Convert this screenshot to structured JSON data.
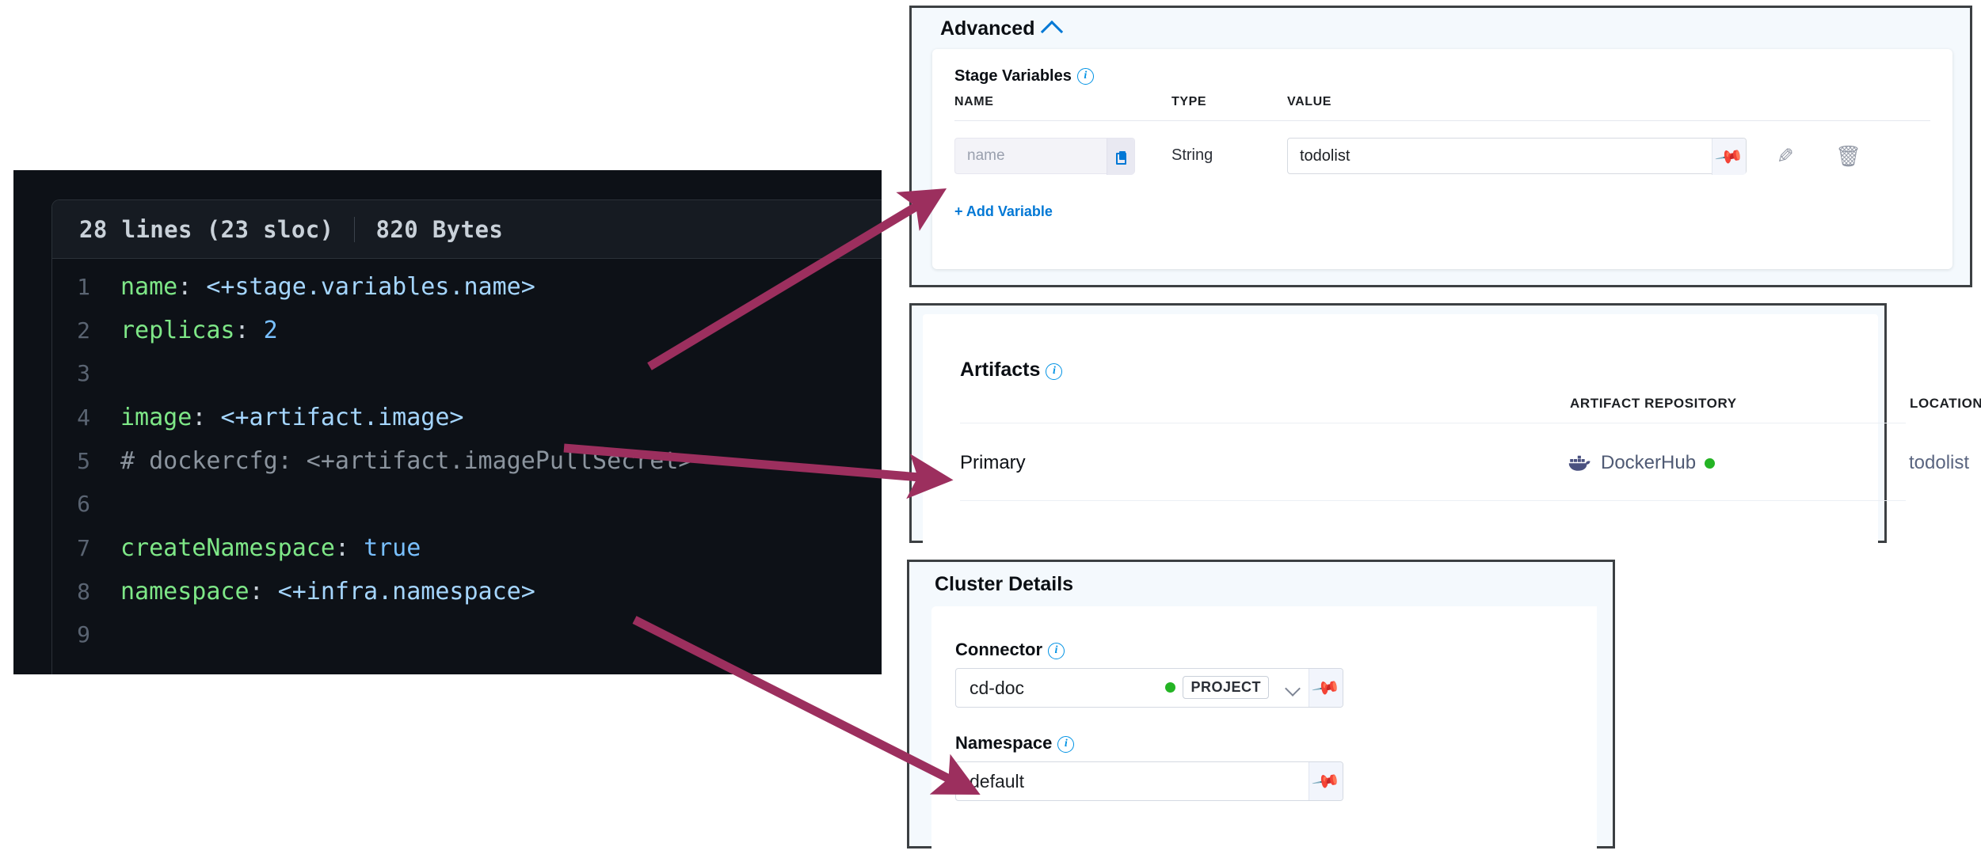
{
  "code_panel": {
    "lines_meta": "28 lines (23 sloc)",
    "size_meta": "820 Bytes",
    "lines": [
      {
        "n": "1",
        "tokens": [
          {
            "t": "name",
            "c": "key"
          },
          {
            "t": ": ",
            "c": "punc"
          },
          {
            "t": "<+stage.variables.name>",
            "c": "val"
          }
        ]
      },
      {
        "n": "2",
        "tokens": [
          {
            "t": "replicas",
            "c": "key"
          },
          {
            "t": ": ",
            "c": "punc"
          },
          {
            "t": "2",
            "c": "num"
          }
        ]
      },
      {
        "n": "3",
        "tokens": []
      },
      {
        "n": "4",
        "tokens": [
          {
            "t": "image",
            "c": "key"
          },
          {
            "t": ": ",
            "c": "punc"
          },
          {
            "t": "<+artifact.image>",
            "c": "val"
          }
        ]
      },
      {
        "n": "5",
        "tokens": [
          {
            "t": "# dockercfg: <+artifact.imagePullSecret>",
            "c": "com"
          }
        ]
      },
      {
        "n": "6",
        "tokens": []
      },
      {
        "n": "7",
        "tokens": [
          {
            "t": "createNamespace",
            "c": "key"
          },
          {
            "t": ": ",
            "c": "punc"
          },
          {
            "t": "true",
            "c": "bool"
          }
        ]
      },
      {
        "n": "8",
        "tokens": [
          {
            "t": "namespace",
            "c": "key"
          },
          {
            "t": ": ",
            "c": "punc"
          },
          {
            "t": "<+infra.namespace>",
            "c": "val"
          }
        ]
      },
      {
        "n": "9",
        "tokens": []
      }
    ]
  },
  "advanced": {
    "title": "Advanced",
    "stage_variables_label": "Stage Variables",
    "columns": {
      "name": "NAME",
      "type": "TYPE",
      "value": "VALUE"
    },
    "row": {
      "name_placeholder": "name",
      "type": "String",
      "value": "todolist"
    },
    "add_variable_label": "+ Add Variable"
  },
  "artifacts": {
    "title": "Artifacts",
    "columns": {
      "repository": "ARTIFACT REPOSITORY",
      "location": "LOCATION"
    },
    "row": {
      "kind": "Primary",
      "repository": "DockerHub",
      "location": "todolist"
    }
  },
  "cluster_details": {
    "title": "Cluster Details",
    "connector_label": "Connector",
    "connector_value": "cd-doc",
    "connector_scope": "PROJECT",
    "namespace_label": "Namespace",
    "namespace_value": "default"
  },
  "colors": {
    "arrow": "#9c2f5e",
    "accent_blue": "#0278d5",
    "status_green": "#24b424",
    "code_bg": "#0d1117",
    "panel_bg": "#f4f9fd",
    "panel_border": "#3c4043"
  }
}
